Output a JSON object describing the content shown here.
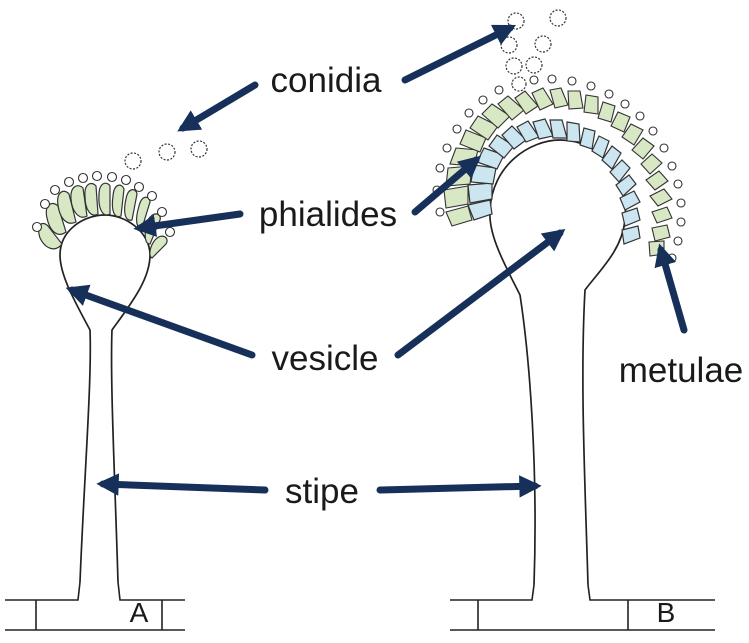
{
  "labels": {
    "conidia": "conidia",
    "phialides": "phialides",
    "vesicle": "vesicle",
    "metulae": "metulae",
    "stipe": "stipe"
  },
  "panels": {
    "a": "A",
    "b": "B"
  },
  "colors": {
    "arrow": "#17305a",
    "outline": "#222222",
    "phialide_fill": "#d8e8c4",
    "metula_fill": "#cbe6f0",
    "text": "#1a1a1a"
  }
}
